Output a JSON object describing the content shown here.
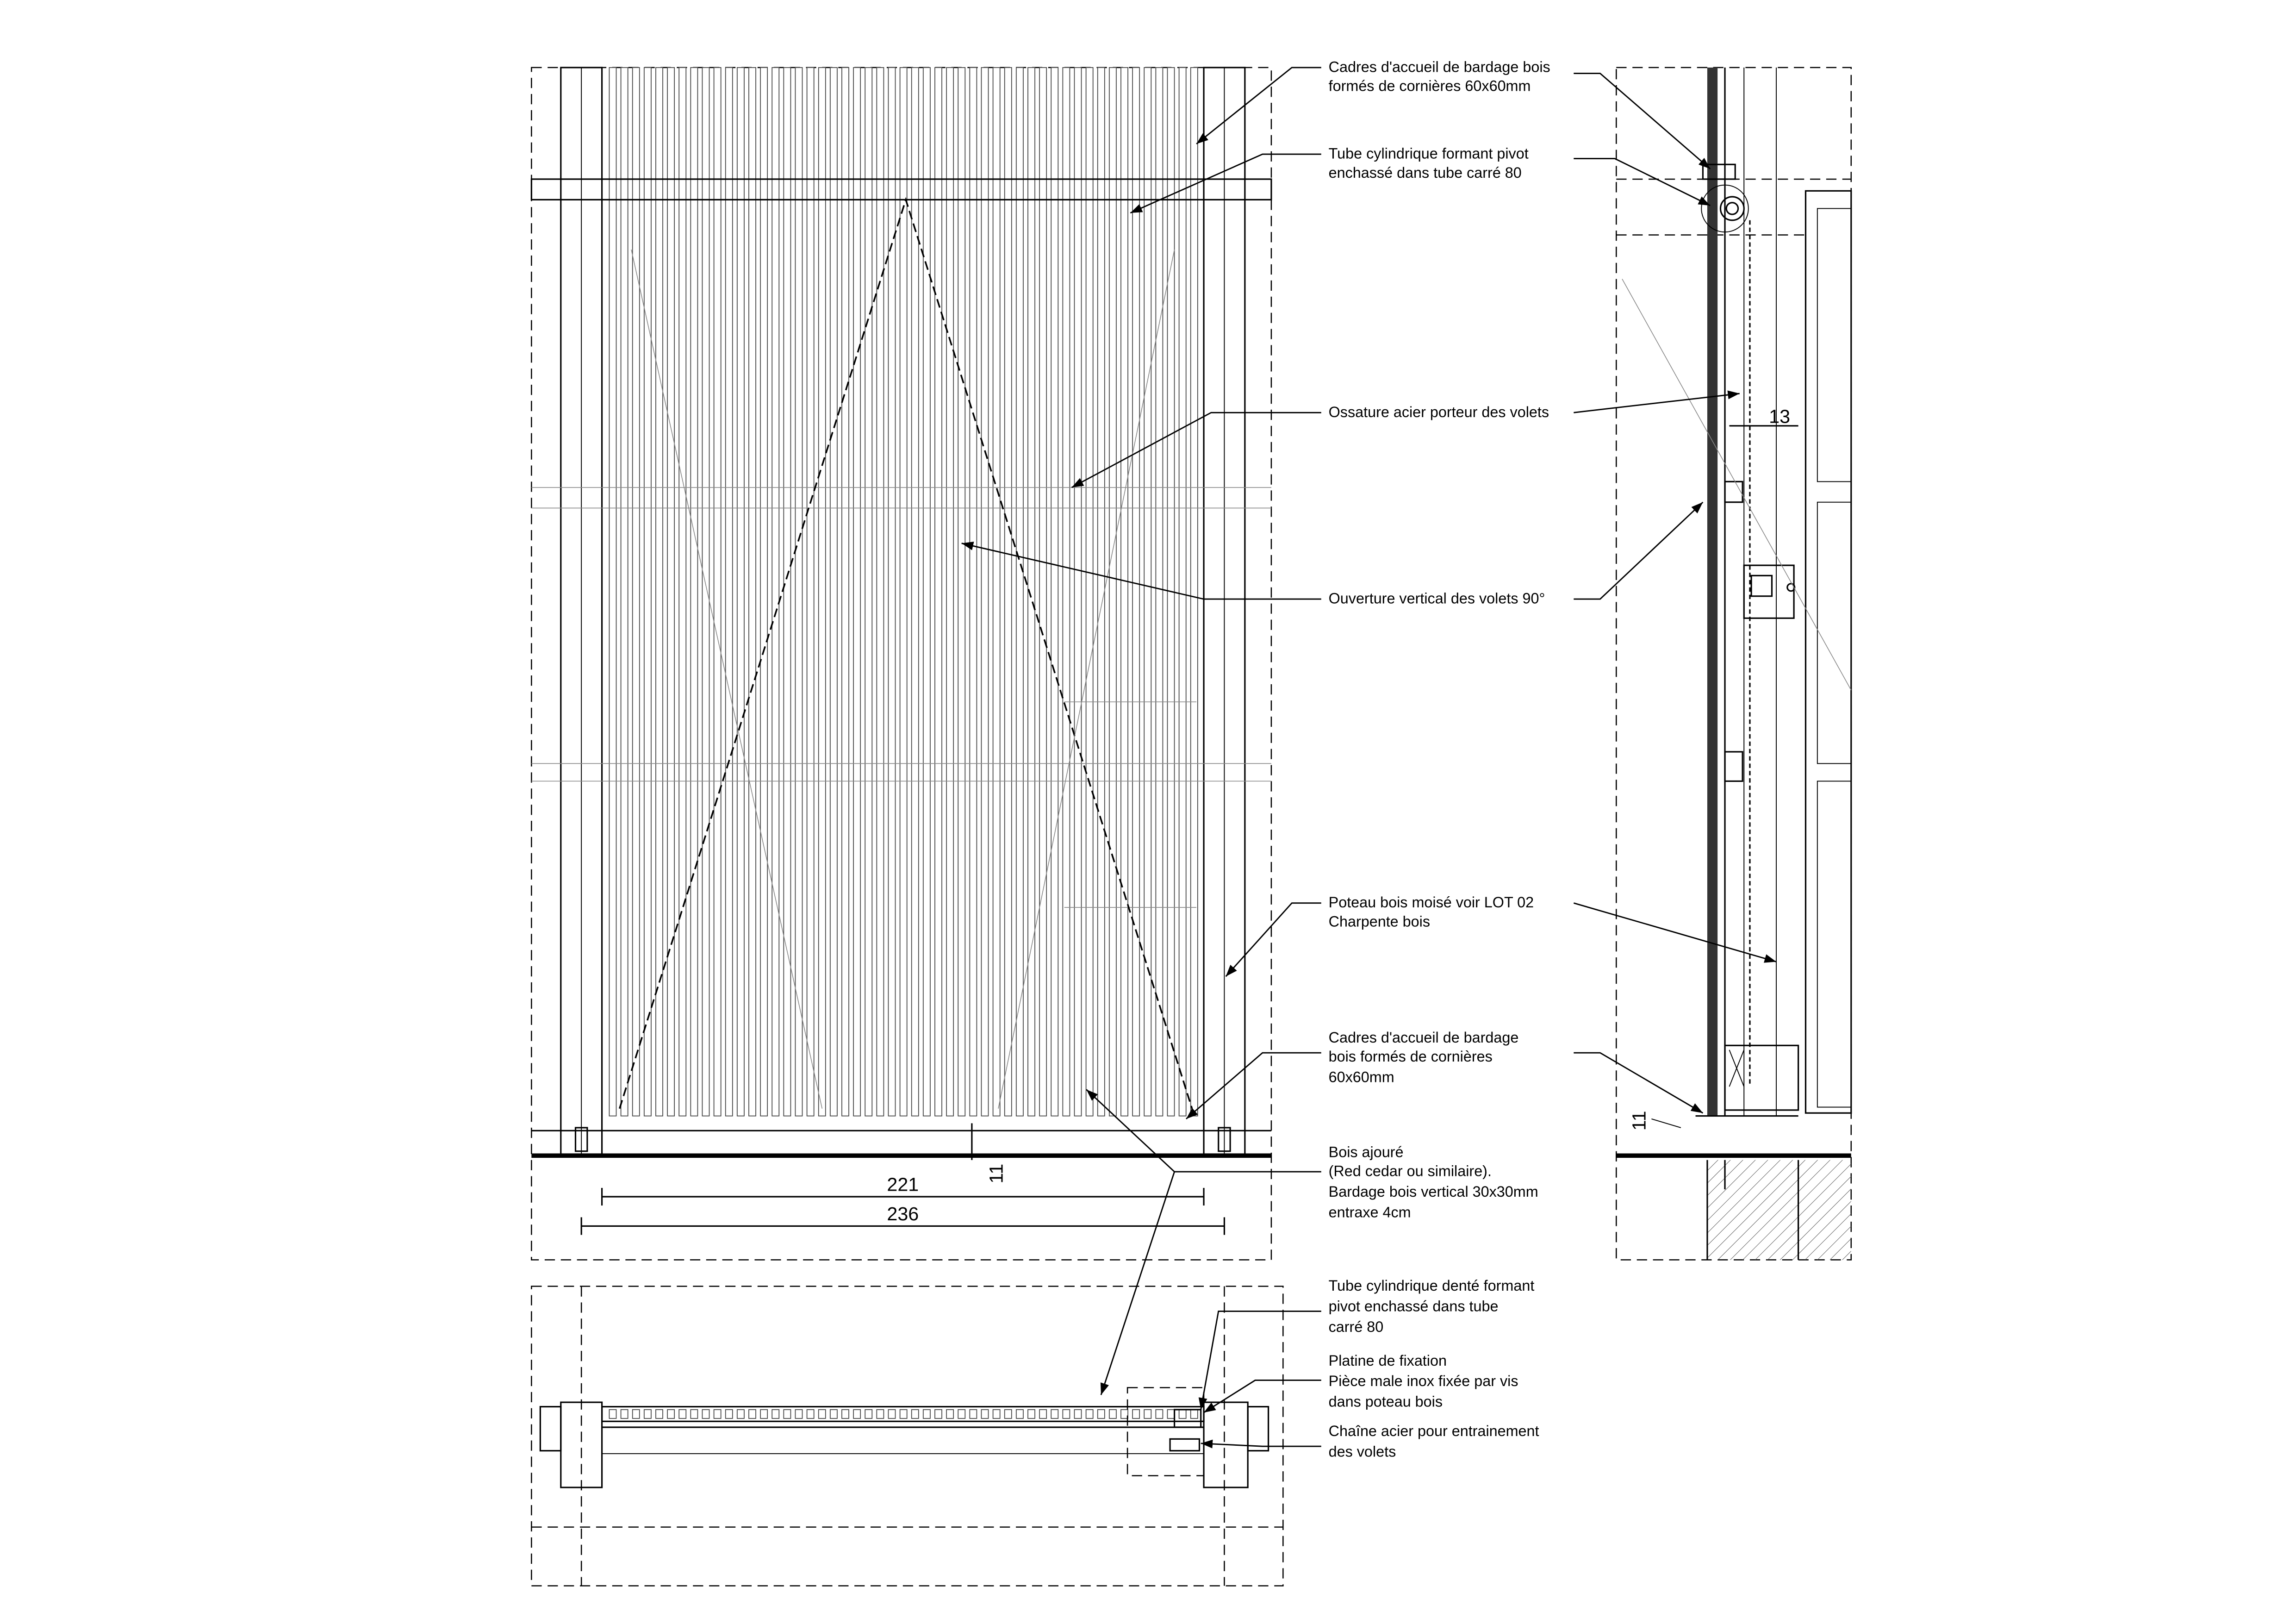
{
  "annotations": [
    {
      "lines": [
        "Cadres d'accueil de bardage bois",
        "formés de cornières 60x60mm"
      ]
    },
    {
      "lines": [
        "Tube cylindrique formant pivot",
        "enchassé dans tube carré 80"
      ]
    },
    {
      "lines": [
        "Ossature acier porteur des volets"
      ]
    },
    {
      "lines": [
        "Ouverture vertical des volets 90°"
      ]
    },
    {
      "lines": [
        "Poteau bois moisé voir LOT 02",
        "Charpente bois"
      ]
    },
    {
      "lines": [
        "Cadres d'accueil de bardage",
        "bois formés de cornières",
        "60x60mm"
      ]
    },
    {
      "lines": [
        "Bois ajouré",
        "(Red cedar ou similaire).",
        "Bardage bois vertical 30x30mm",
        "entraxe 4cm"
      ]
    },
    {
      "lines": [
        "Tube cylindrique denté formant",
        "pivot enchassé dans tube",
        "carré 80"
      ]
    },
    {
      "lines": [
        "Platine de fixation",
        "Pièce male inox fixée par vis",
        "dans poteau bois"
      ]
    },
    {
      "lines": [
        "Chaîne acier  pour entrainement",
        "des volets"
      ]
    }
  ],
  "dimensions": {
    "inner_width": "221",
    "outer_width": "236",
    "base_gap_elevation": "11",
    "base_gap_section": "11",
    "section_offset": "13"
  },
  "slats": {
    "count": 51
  }
}
